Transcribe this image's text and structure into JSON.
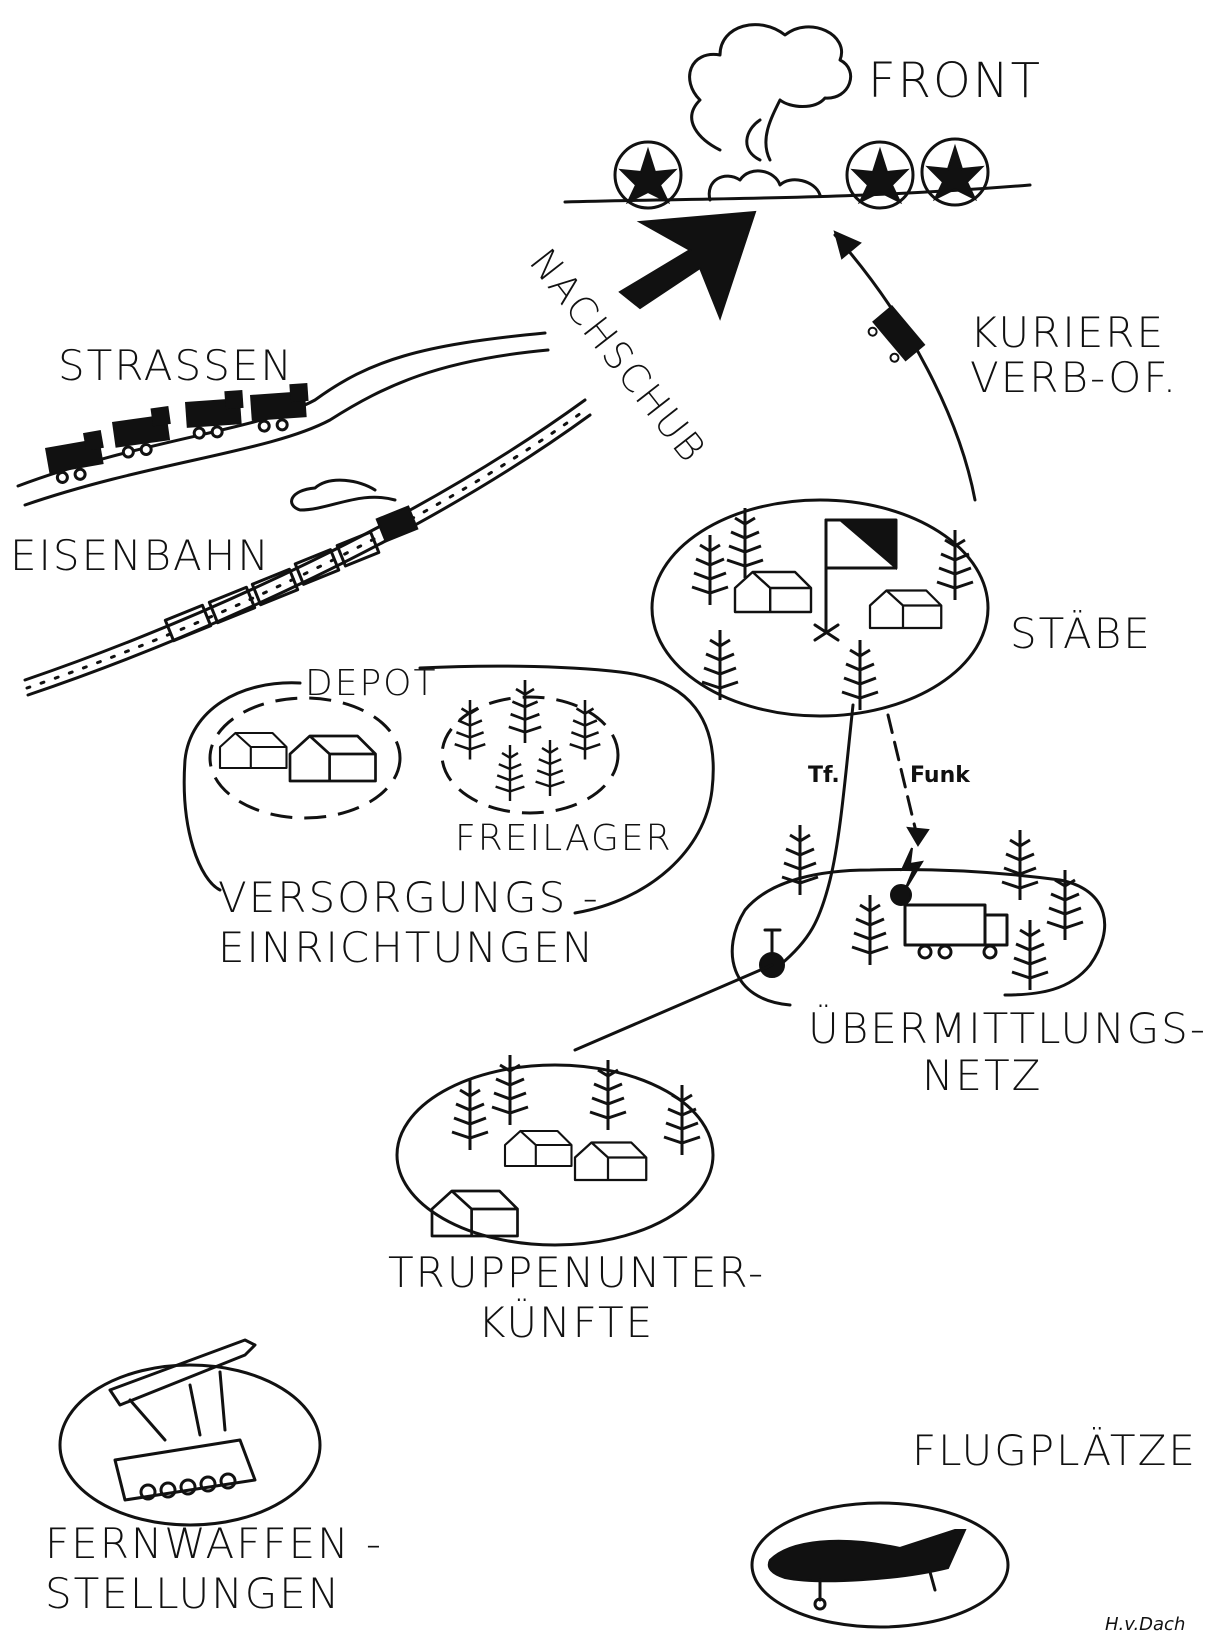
{
  "labels": {
    "front": "FRONT",
    "nachschub": "NACHSCHUB",
    "strassen": "STRASSEN",
    "eisenbahn": "EISENBAHN",
    "kuriere_1": "KURIERE",
    "kuriere_2": "VERB-OF.",
    "staebe": "STÄBE",
    "depot": "DEPOT",
    "freilager": "FREILAGER",
    "versorgung_1": "VERSORGUNGS -",
    "versorgung_2": "EINRICHTUNGEN",
    "tf": "Tf.",
    "funk": "Funk",
    "uebermittlung_1": "ÜBERMITTLUNGS-",
    "uebermittlung_2": "NETZ",
    "truppen_1": "TRUPPENUNTER-",
    "truppen_2": "KÜNFTE",
    "flugplaetze": "FLUGPLÄTZE",
    "fernwaffen_1": "FERNWAFFEN -",
    "fernwaffen_2": "STELLUNGEN",
    "signature": "H.v.Dach"
  },
  "icons": [
    "explosion-cloud-icon",
    "tree-icon",
    "house-icon",
    "flag-icon",
    "truck-icon",
    "train-icon",
    "radio-truck-icon",
    "rocket-launcher-icon",
    "airplane-icon",
    "lightning-icon"
  ],
  "colors": {
    "ink": "#111111",
    "paper": "#ffffff"
  }
}
